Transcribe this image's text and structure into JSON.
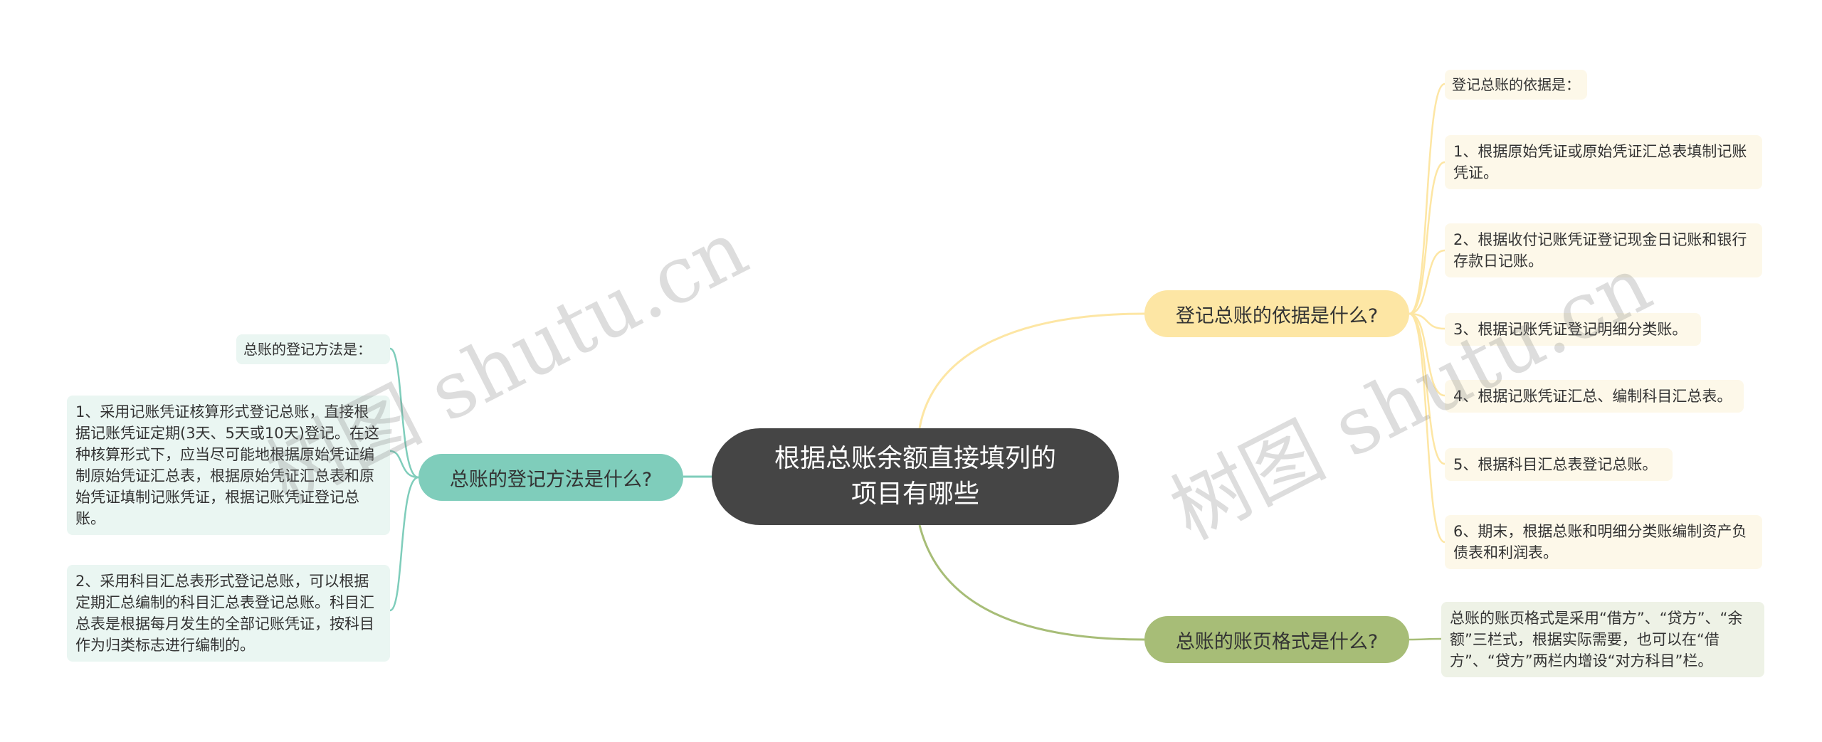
{
  "root": {
    "title": "根据总账余额直接填列的\n项目有哪些"
  },
  "left_branch": {
    "label": "总账的登记方法是什么?",
    "leaves": [
      "总账的登记方法是：",
      "1、采用记账凭证核算形式登记总账，直接根据记账凭证定期(3天、5天或10天)登记。在这种核算形式下，应当尽可能地根据原始凭证编制原始凭证汇总表，根据原始凭证汇总表和原始凭证填制记账凭证，根据记账凭证登记总账。",
      "2、采用科目汇总表形式登记总账，可以根据定期汇总编制的科目汇总表登记总账。科目汇总表是根据每月发生的全部记账凭证，按科目作为归类标志进行编制的。"
    ]
  },
  "right_branch_1": {
    "label": "登记总账的依据是什么?",
    "leaves": [
      "登记总账的依据是：",
      "1、根据原始凭证或原始凭证汇总表填制记账凭证。",
      "2、根据收付记账凭证登记现金日记账和银行存款日记账。",
      "3、根据记账凭证登记明细分类账。",
      "4、根据记账凭证汇总、编制科目汇总表。",
      "5、根据科目汇总表登记总账。",
      "6、期末，根据总账和明细分类账编制资产负债表和利润表。"
    ]
  },
  "right_branch_2": {
    "label": "总账的账页格式是什么?",
    "leaves": [
      "总账的账页格式是采用“借方”、“贷方”、“余额”三栏式，根据实际需要，也可以在“借方”、“贷方”两栏内增设“对方科目”栏。"
    ]
  },
  "watermarks": [
    "树图 shutu.cn",
    "树图 shutu.cn"
  ],
  "colors": {
    "root": "#454545",
    "left": "#7fcdbb",
    "right1": "#fde6a4",
    "right2": "#a7bd77"
  }
}
